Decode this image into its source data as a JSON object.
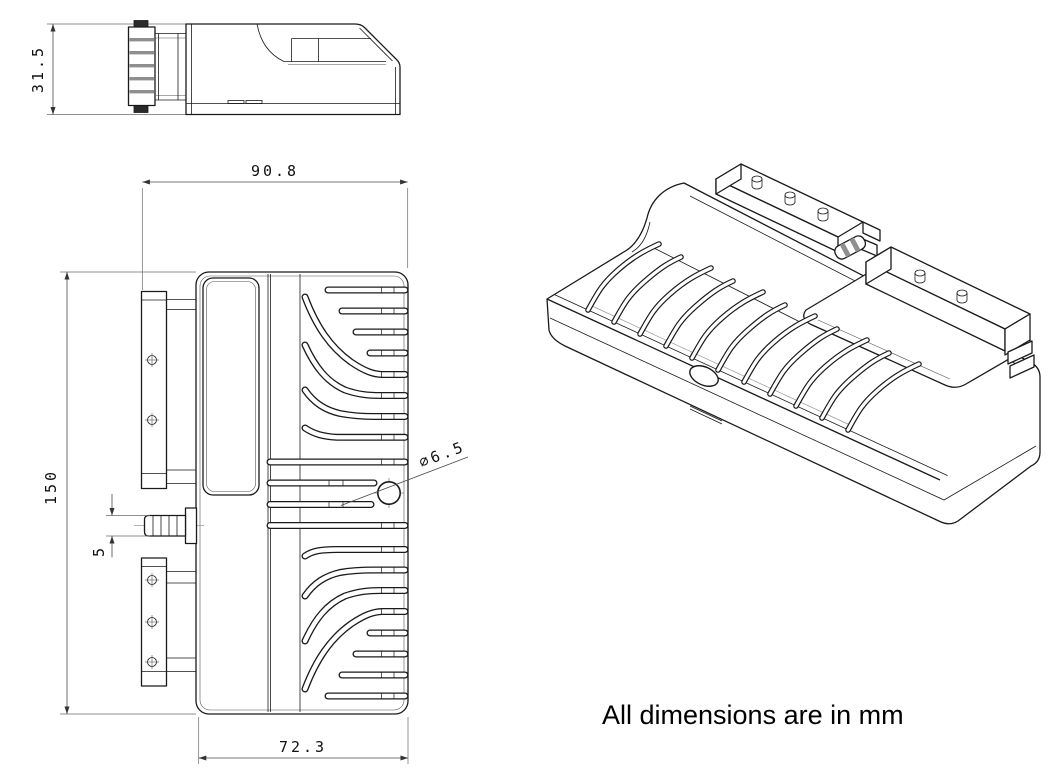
{
  "note": "All dimensions are in mm",
  "drawing": {
    "type": "engineering-drawing",
    "views": [
      "side-profile-view",
      "front-view",
      "isometric-view"
    ]
  },
  "dimensions": {
    "side_height": "31.5",
    "overall_width": "90.8",
    "overall_height": "150",
    "port_size": "5",
    "body_width": "72.3",
    "hole_diameter": "∅6.5"
  },
  "colors": {
    "line": "#1a1a1a",
    "dimension": "#4a4a4a",
    "background": "#ffffff",
    "connector_band": "#8f8f8f"
  }
}
